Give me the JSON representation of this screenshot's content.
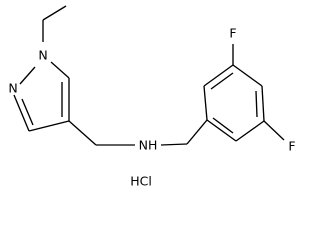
{
  "molecule": {
    "atoms": [
      {
        "id": "N1",
        "label": "N"
      },
      {
        "id": "N2",
        "label": "N"
      },
      {
        "id": "NH",
        "label": "NH"
      },
      {
        "id": "F1",
        "label": "F"
      },
      {
        "id": "F2",
        "label": "F"
      }
    ],
    "salt": "HCl"
  }
}
